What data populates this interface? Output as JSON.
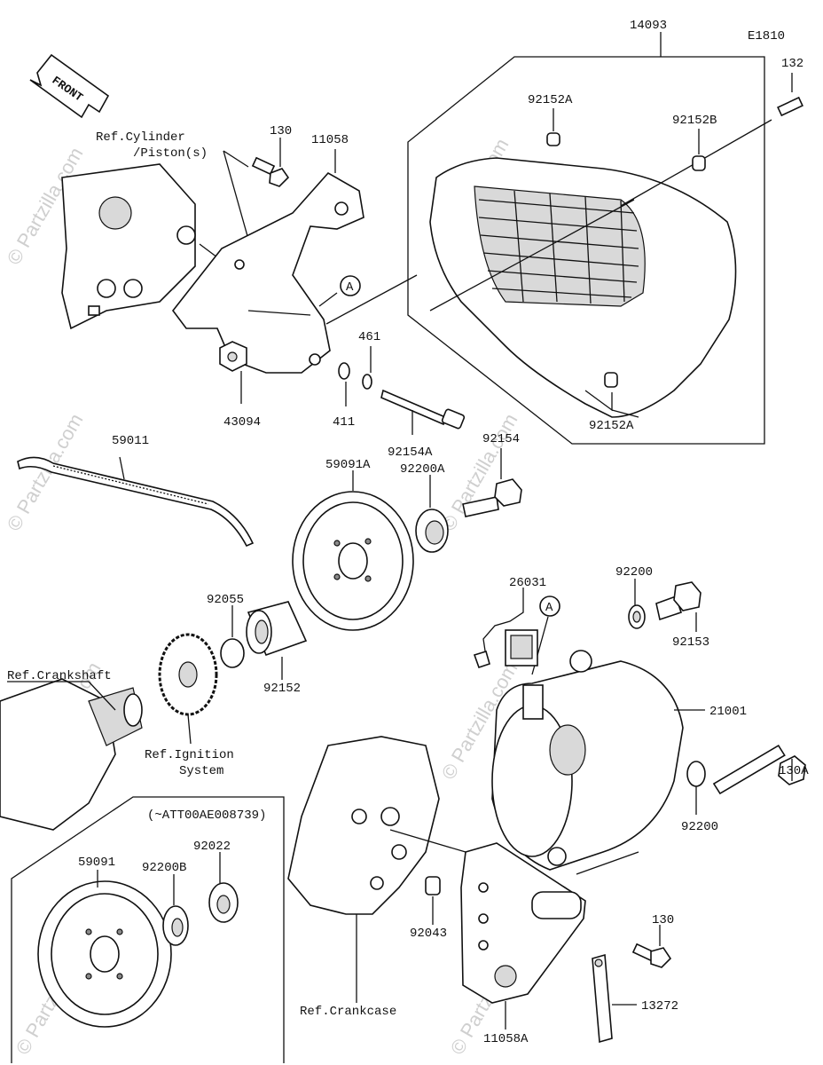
{
  "diagram_code": "E1810",
  "front_label": "FRONT",
  "circle_marker": "A",
  "watermark": "© Partzilla.com",
  "labels": {
    "p14093": "14093",
    "p132": "132",
    "p92152A_top": "92152A",
    "p92152B": "92152B",
    "p92152A_bottom": "92152A",
    "ref_cylinder_1": "Ref.Cylinder",
    "ref_cylinder_2": "/Piston(s)",
    "p130_top": "130",
    "p11058": "11058",
    "p461": "461",
    "p43094": "43094",
    "p411": "411",
    "p92154A": "92154A",
    "p59011": "59011",
    "p59091A": "59091A",
    "p92200A": "92200A",
    "p92154": "92154",
    "p92055": "92055",
    "p92152": "92152",
    "p26031": "26031",
    "p92200_top": "92200",
    "p92153": "92153",
    "ref_crankshaft": "Ref.Crankshaft",
    "p21001": "21001",
    "ref_ignition_1": "Ref.Ignition",
    "ref_ignition_2": "System",
    "p130A": "130A",
    "p92200_right": "92200",
    "serial_note": "(~ATT00AE008739)",
    "p59091": "59091",
    "p92200B": "92200B",
    "p92022": "92022",
    "p92043": "92043",
    "p130_bottom": "130",
    "p13272": "13272",
    "ref_crankcase": "Ref.Crankcase",
    "p11058A": "11058A"
  }
}
